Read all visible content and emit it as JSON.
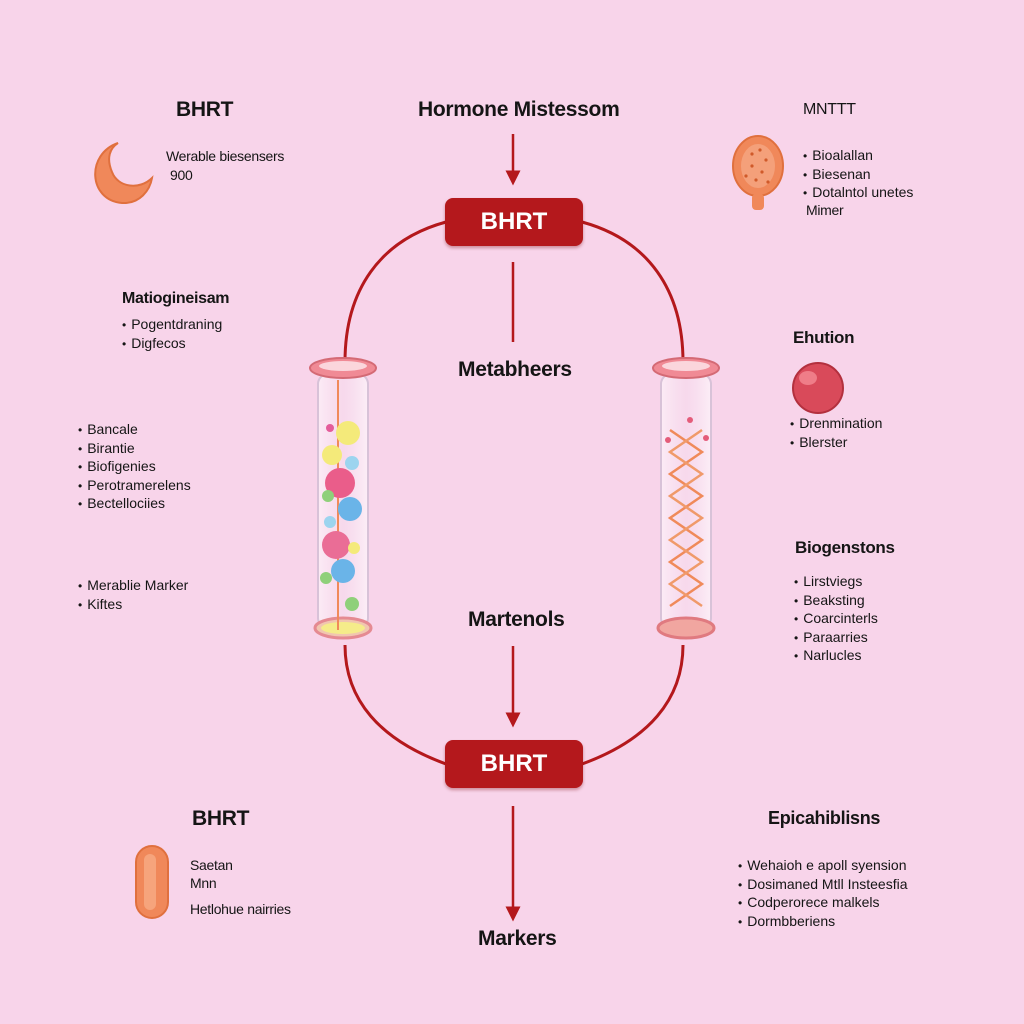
{
  "header": {
    "title": "Hormone Mistessom",
    "top_right_label": "MNTTT"
  },
  "nodes": {
    "bhrt_top": "BHRT",
    "center_top": "Metabheers",
    "center_bottom": "Martenols",
    "bhrt_bottom": "BHRT",
    "bottom": "Markers"
  },
  "left_panels": {
    "top": {
      "title": "BHRT",
      "line1": "Werable biesensers",
      "line2": "900"
    },
    "mid": {
      "title": "Matiogineisam",
      "items": [
        "Pogentdraning",
        "Digfecos"
      ]
    },
    "list1": {
      "items": [
        "Bancale",
        "Birantie",
        "Biofigenies",
        "Perotramerelens",
        "Bectellociies"
      ]
    },
    "list2": {
      "items": [
        "Merablie Marker",
        "Kiftes"
      ]
    },
    "bottom": {
      "title": "BHRT",
      "line1": "Saetan",
      "line2": "Mnn",
      "line3": "Hetlohue nairries"
    }
  },
  "right_panels": {
    "top": {
      "items": [
        "Bioalallan",
        "Biesenan",
        "Dotalntol unetes"
      ],
      "extra": "Mimer"
    },
    "mid": {
      "title": "Ehution",
      "items": [
        "Drenmination",
        "Blerster"
      ]
    },
    "list": {
      "title": "Biogenstons",
      "items": [
        "Lirstviegs",
        "Beaksting",
        "Coarcinterls",
        "Paraarries",
        "Narlucles"
      ]
    },
    "bottom": {
      "title": "Epicahiblisns",
      "items": [
        "Wehaioh e apoll syension",
        "Dosimaned Mtll Insteesfia",
        "Codperorece malkels",
        "Dormbberiens"
      ]
    }
  },
  "colors": {
    "background": "#f8d4ea",
    "accent_red": "#b4181c",
    "icon_orange": "#f0885a",
    "tube_cap": "#f08a95"
  },
  "icons": {
    "top_left": "crescent-moon-icon",
    "top_right": "ovary-icon",
    "right_mid": "cell-sphere-icon",
    "bottom_left": "capsule-icon"
  }
}
